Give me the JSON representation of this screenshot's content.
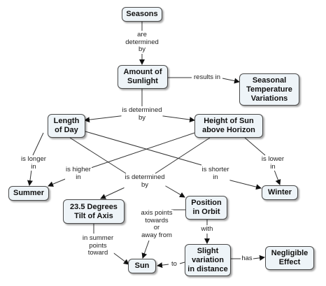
{
  "concepts": {
    "seasons": "Seasons",
    "amount_of_sunlight": "Amount of\nSunlight",
    "seasonal_temperature_variations": "Seasonal\nTemperature\nVariations",
    "length_of_day": "Length\nof Day",
    "height_of_sun": "Height of Sun\nabove Horizon",
    "summer": "Summer",
    "winter": "Winter",
    "tilt_of_axis": "23.5 Degrees\nTilt of Axis",
    "position_in_orbit": "Position\nin Orbit",
    "sun": "Sun",
    "slight_variation": "Slight\nvariation\nin distance",
    "negligible_effect": "Negligible\nEffect"
  },
  "links": {
    "are_determined_by": "are\ndetermined\nby",
    "results_in": "results in",
    "is_determined_by_1": "is determined\nby",
    "is_longer_in": "is longer\nin",
    "is_higher_in": "is higher\nin",
    "is_determined_by_2": "is determined\nby",
    "is_shorter_in": "is shorter\nin",
    "is_lower_in": "is lower\nin",
    "axis_points": "axis points\ntowards\nor\naway from",
    "in_summer_points": "in summer\npoints\ntoward",
    "with": "with",
    "to": "to",
    "has": "has"
  }
}
